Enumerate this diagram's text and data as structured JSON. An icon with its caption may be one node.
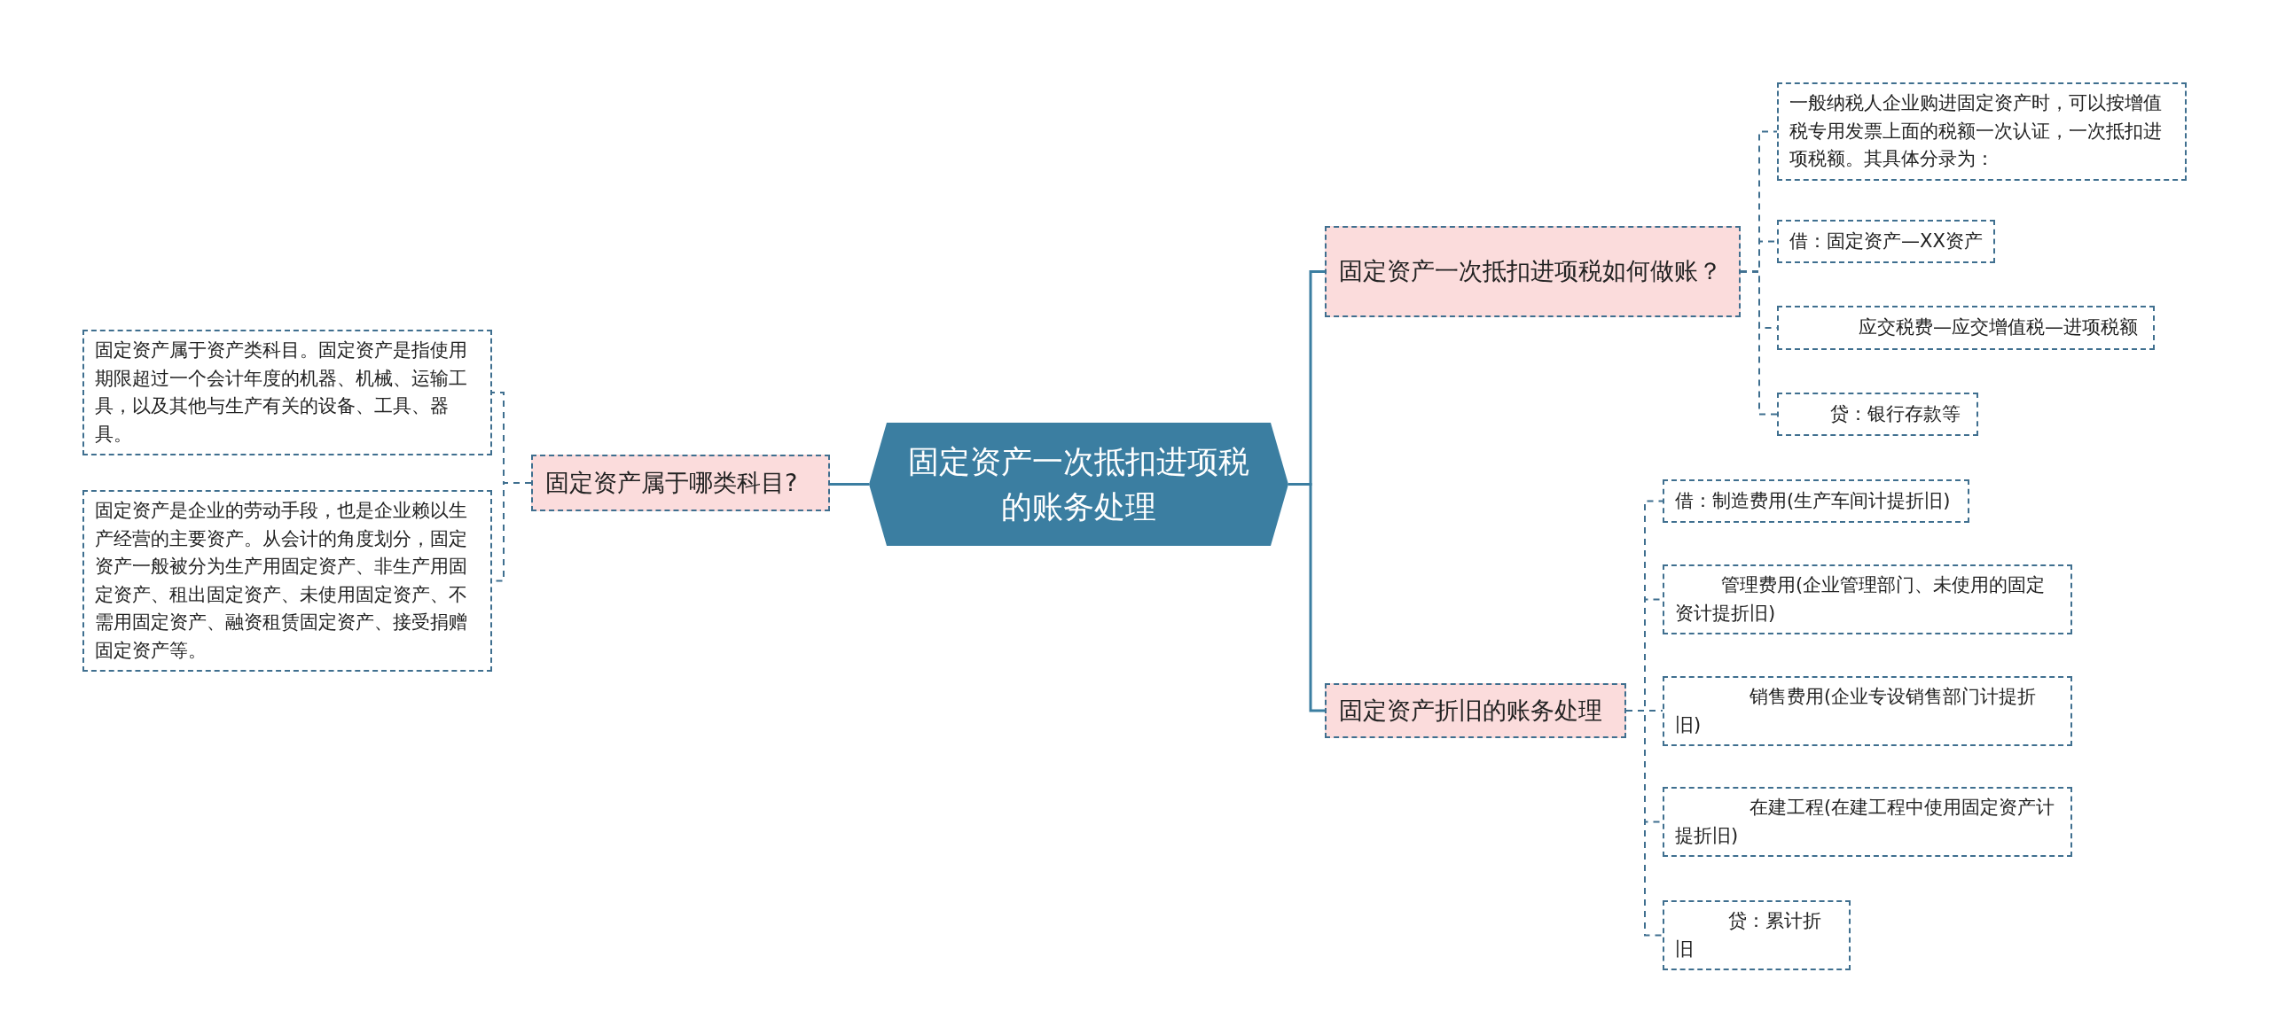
{
  "diagram": {
    "nodes": [
      {
        "text": [
          "固定资产一次抵扣进项税的账务处理"
        ]
      },
      {
        "text": [
          "固定资产属于哪类科目?"
        ]
      },
      {
        "text": [
          "固定资产属于资产类科目。固定资产是指使用期限超过一个会计年度的机器、机械、运输工具，以及其他与生产有关的设备、工具、器具。"
        ]
      },
      {
        "text": [
          "固定资产是企业的劳动手段，也是企业赖以生产经营的主要资产。从会计的角度划分，固定资产一般被分为生产用固定资产、非生产用固定资产、租出固定资产、未使用固定资产、不需用固定资产、融资租赁固定资产、接受捐赠固定资产等。"
        ]
      },
      {
        "text": [
          "固定资产一次抵扣进项税如何做账？"
        ]
      },
      {
        "text": [
          "一般纳税人企业购进固定资产时，可以按增值税专用发票上面的税额一次认证，一次抵扣进项税额。其具体分录为："
        ]
      },
      {
        "text": [
          "借：固定资产—XX资产"
        ]
      },
      {
        "text": [
          "应交税费—应交增值税—进项税额"
        ]
      },
      {
        "text": [
          "贷：银行存款等"
        ]
      },
      {
        "text": [
          "固定资产折旧的账务处理"
        ]
      },
      {
        "text": [
          "借：制造费用(生产车间计提折旧)"
        ]
      },
      {
        "text": [
          "管理费用(企业管理部门、未使用的固定资计提折旧)"
        ]
      },
      {
        "text": [
          "销售费用(企业专设销售部门计提折旧)"
        ]
      },
      {
        "text": [
          "在建工程(在建工程中使用固定资产计提折旧)"
        ]
      },
      {
        "text": [
          "贷：累计折旧"
        ]
      }
    ],
    "edges": [
      {
        "from": 0,
        "to": 1,
        "arrow": "none",
        "color": "#3b7ea1"
      },
      {
        "from": 1,
        "to": 2,
        "arrow": "none",
        "style": "dashed"
      },
      {
        "from": 1,
        "to": 3,
        "arrow": "none",
        "style": "dashed"
      },
      {
        "from": 0,
        "to": 4,
        "arrow": "none",
        "color": "#3b7ea1"
      },
      {
        "from": 4,
        "to": 5,
        "arrow": "none",
        "style": "dashed"
      },
      {
        "from": 4,
        "to": 6,
        "arrow": "none",
        "style": "dashed"
      },
      {
        "from": 4,
        "to": 7,
        "arrow": "none",
        "style": "dashed"
      },
      {
        "from": 4,
        "to": 8,
        "arrow": "none",
        "style": "dashed"
      },
      {
        "from": 0,
        "to": 9,
        "arrow": "none",
        "color": "#3b7ea1"
      },
      {
        "from": 9,
        "to": 10,
        "arrow": "none",
        "style": "dashed"
      },
      {
        "from": 9,
        "to": 11,
        "arrow": "none",
        "style": "dashed"
      },
      {
        "from": 9,
        "to": 12,
        "arrow": "none",
        "style": "dashed"
      },
      {
        "from": 9,
        "to": 13,
        "arrow": "none",
        "style": "dashed"
      },
      {
        "from": 9,
        "to": 14,
        "arrow": "none",
        "style": "dashed"
      }
    ]
  }
}
